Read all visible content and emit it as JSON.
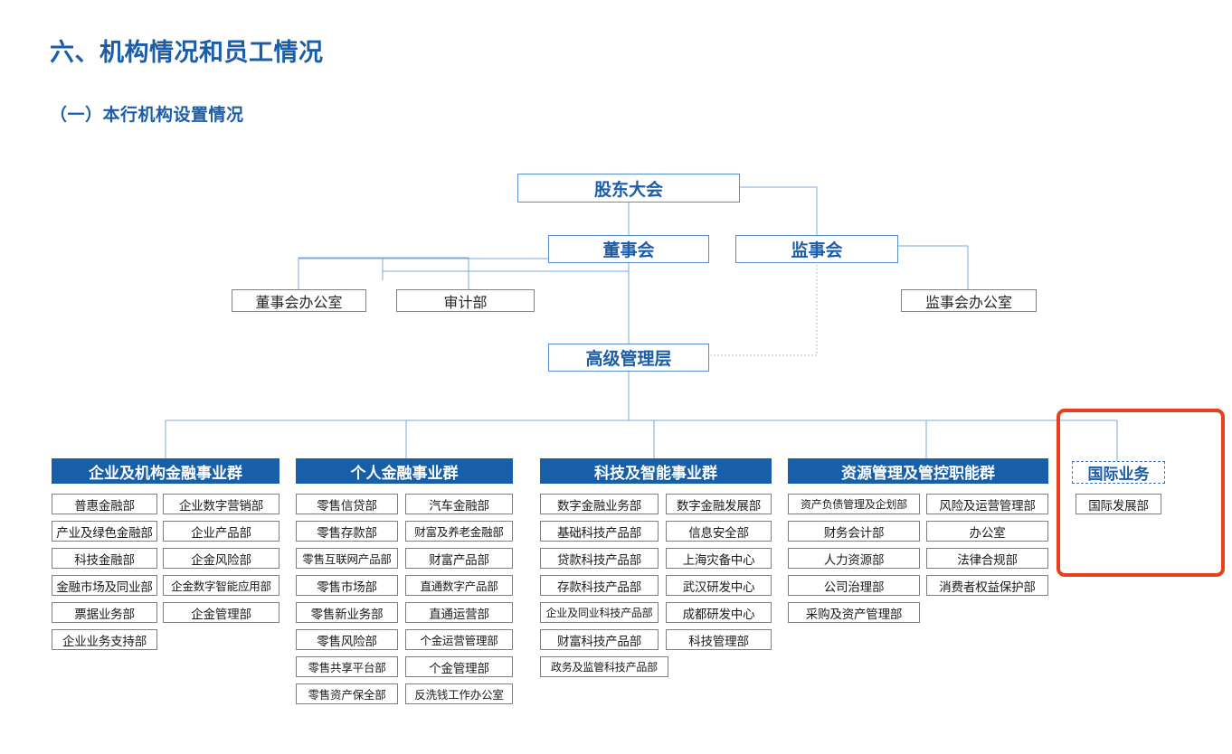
{
  "document": {
    "heading_main": "六、机构情况和员工情况",
    "heading_sub": "（一）本行机构设置情况"
  },
  "colors": {
    "heading_blue": "#1B5DA8",
    "group_header_fill": "#175FA8",
    "tier1_border": "#5B8FC9",
    "tier2_border": "#808080",
    "dept_border": "#7F7F7F",
    "connector_blue": "#7DA7D9",
    "annotation_red": "#E8401F"
  },
  "org_chart": {
    "tier1": [
      {
        "id": "shareholders",
        "label": "股东大会"
      },
      {
        "id": "board",
        "label": "董事会"
      },
      {
        "id": "supervisors",
        "label": "监事会"
      },
      {
        "id": "senior-management",
        "label": "高级管理层"
      }
    ],
    "tier2": [
      {
        "id": "board-office",
        "label": "董事会办公室"
      },
      {
        "id": "audit-dept",
        "label": "审计部"
      },
      {
        "id": "supervisor-office",
        "label": "监事会办公室"
      }
    ],
    "groups": [
      {
        "id": "corporate-institutional-finance",
        "label": "企业及机构金融事业群",
        "style": "filled",
        "columns": [
          [
            "普惠金融部",
            "产业及绿色金融部",
            "科技金融部",
            "金融市场及同业部",
            "票据业务部",
            "企业业务支持部"
          ],
          [
            "企业数字营销部",
            "企业产品部",
            "企金风险部",
            "企金数字智能应用部",
            "企金管理部"
          ]
        ]
      },
      {
        "id": "personal-finance",
        "label": "个人金融事业群",
        "style": "filled",
        "columns": [
          [
            "零售信贷部",
            "零售存款部",
            "零售互联网产品部",
            "零售市场部",
            "零售新业务部",
            "零售风险部",
            "零售共享平台部",
            "零售资产保全部"
          ],
          [
            "汽车金融部",
            "财富及养老金融部",
            "财富产品部",
            "直通数字产品部",
            "直通运营部",
            "个金运营管理部",
            "个金管理部",
            "反洗钱工作办公室"
          ]
        ]
      },
      {
        "id": "technology-intelligence",
        "label": "科技及智能事业群",
        "style": "filled",
        "columns": [
          [
            "数字金融业务部",
            "基础科技产品部",
            "贷款科技产品部",
            "存款科技产品部",
            "企业及同业科技产品部",
            "财富科技产品部",
            "政务及监管科技产品部"
          ],
          [
            "数字金融发展部",
            "信息安全部",
            "上海灾备中心",
            "武汉研发中心",
            "成都研发中心",
            "科技管理部"
          ]
        ]
      },
      {
        "id": "resource-management-control",
        "label": "资源管理及管控职能群",
        "style": "filled",
        "columns": [
          [
            "资产负债管理及企划部",
            "财务会计部",
            "人力资源部",
            "公司治理部",
            "采购及资产管理部"
          ],
          [
            "风险及运营管理部",
            "办公室",
            "法律合规部",
            "消费者权益保护部"
          ]
        ]
      },
      {
        "id": "international-business",
        "label": "国际业务",
        "style": "dashed",
        "columns": [
          [
            "国际发展部"
          ]
        ]
      }
    ],
    "annotation": {
      "id": "international-business-highlight",
      "shape": "rounded-rectangle",
      "color": "#E8401F",
      "targets": [
        "国际业务",
        "国际发展部"
      ]
    }
  }
}
